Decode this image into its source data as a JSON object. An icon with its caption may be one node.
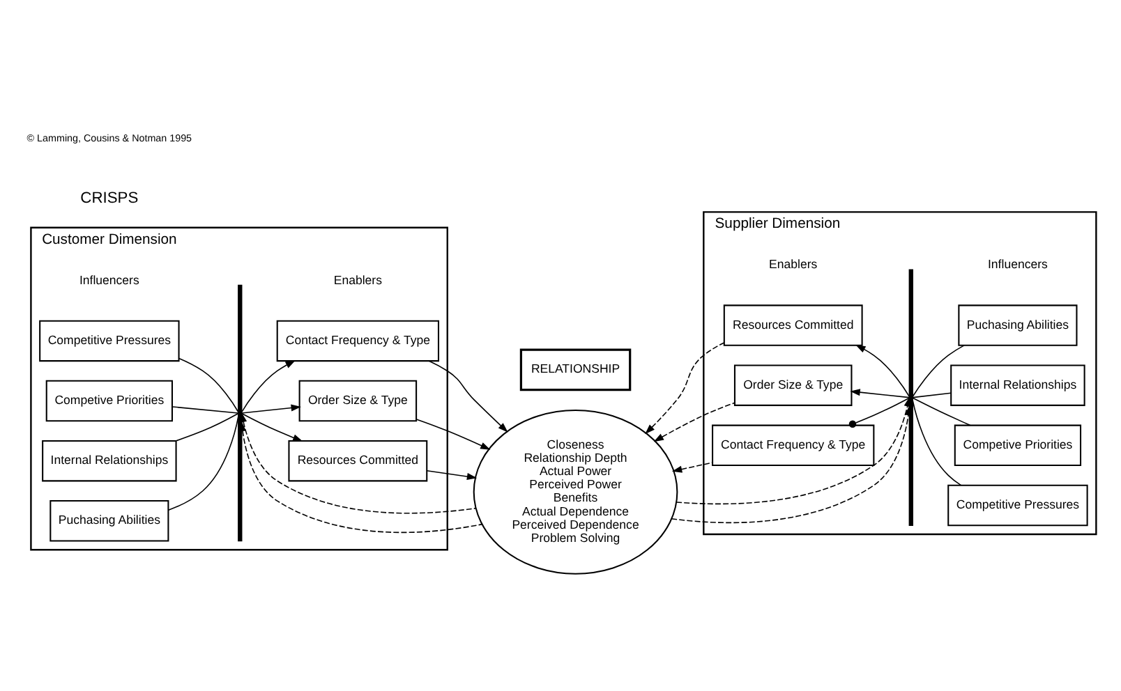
{
  "diagram": {
    "nodes": [
      {
        "text": [
          "Customer Dimension"
        ]
      },
      {
        "text": [
          "Competitive Pressures"
        ],
        "in": 0
      },
      {
        "text": [
          "Competive Priorities"
        ],
        "in": 0
      },
      {
        "text": [
          "Internal Relationships"
        ],
        "in": 0
      },
      {
        "text": [
          "Puchasing Abilities"
        ],
        "in": 0
      },
      {
        "text": [],
        "shape": "bar",
        "in": 0
      },
      {
        "text": [
          "Resources Committed"
        ],
        "in": 0
      },
      {
        "text": [
          "Order Size & Type"
        ],
        "in": 0
      },
      {
        "text": [
          "Contact Frequency & Type"
        ],
        "in": 0
      },
      {
        "text": [
          "RELATIONSHIP"
        ]
      },
      {
        "text": [
          "Closeness",
          "Relationship Depth",
          "Actual Power",
          "Perceived Power",
          "Benefits",
          "Actual Dependence",
          "Perceived Dependence",
          "Problem Solving"
        ]
      },
      {
        "text": [
          "Supplier Dimension"
        ]
      },
      {
        "text": [
          "Resources Committed"
        ],
        "in": 11
      },
      {
        "text": [
          "Order Size & Type"
        ],
        "in": 11
      },
      {
        "text": [
          "Contact Frequency & Type"
        ],
        "in": 11
      },
      {
        "text": [],
        "shape": "bar",
        "in": 11
      },
      {
        "text": [
          "Competitive Pressures"
        ],
        "in": 11
      },
      {
        "text": [
          "Competive Priorities"
        ],
        "in": 11
      },
      {
        "text": [
          "Internal Relationships"
        ],
        "in": 11
      },
      {
        "text": [
          "Puchasing Abilities"
        ],
        "in": 11
      }
    ],
    "edges": [
      {
        "from": 1,
        "to": 5,
        "arrow": "none"
      },
      {
        "from": 2,
        "to": 5,
        "arrow": "none"
      },
      {
        "from": 3,
        "to": 5,
        "arrow": "none"
      },
      {
        "from": 4,
        "to": 5,
        "arrow": "none"
      },
      {
        "from": 5,
        "to": 6,
        "arrow": "to"
      },
      {
        "from": 5,
        "to": 7,
        "arrow": "to"
      },
      {
        "from": 5,
        "to": 8,
        "arrow": "to"
      },
      {
        "from": 6,
        "to": 10,
        "arrow": "to"
      },
      {
        "from": 7,
        "to": 10,
        "arrow": "to"
      },
      {
        "from": 8,
        "to": 10,
        "arrow": "to"
      },
      {
        "from": 10,
        "to": 5,
        "arrow": "to",
        "style": "dashed"
      },
      {
        "from": 10,
        "to": 5,
        "arrow": "to",
        "style": "dashed"
      },
      {
        "from": 10,
        "to": 15,
        "arrow": "to",
        "style": "dashed"
      },
      {
        "from": 10,
        "to": 15,
        "arrow": "to",
        "style": "dashed"
      },
      {
        "from": 12,
        "to": 10,
        "arrow": "to",
        "style": "dashed"
      },
      {
        "from": 13,
        "to": 10,
        "arrow": "to",
        "style": "dashed"
      },
      {
        "from": 14,
        "to": 10,
        "arrow": "to",
        "style": "dashed"
      },
      {
        "from": 15,
        "to": 12,
        "arrow": "to"
      },
      {
        "from": 15,
        "to": 13,
        "arrow": "to"
      },
      {
        "from": 15,
        "to": 14,
        "arrow": "other"
      },
      {
        "from": 16,
        "to": 15,
        "arrow": "none"
      },
      {
        "from": 17,
        "to": 15,
        "arrow": "none"
      },
      {
        "from": 18,
        "to": 15,
        "arrow": "none"
      },
      {
        "from": 19,
        "to": 15,
        "arrow": "none"
      }
    ],
    "labels": [
      "Influencers",
      "Enablers",
      "Enablers",
      "Influencers",
      "CRISPS",
      "© Lamming, Cousins & Notman 1995"
    ]
  }
}
